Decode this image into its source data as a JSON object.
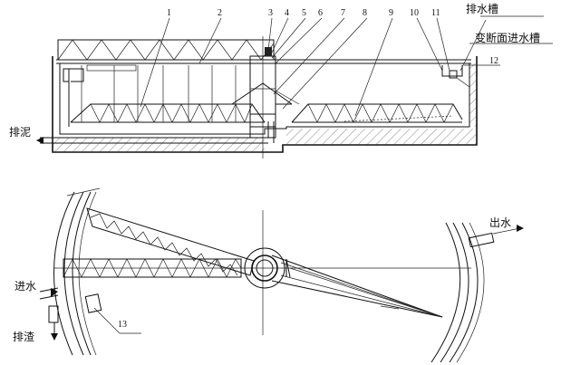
{
  "callouts": [
    "1",
    "2",
    "3",
    "4",
    "5",
    "6",
    "7",
    "8",
    "9",
    "10",
    "11",
    "12",
    "13"
  ],
  "labels": {
    "drain_trough": "排水槽",
    "variable_section_inlet_trough": "变断面进水槽",
    "sludge_discharge": "排泥",
    "water_outlet": "出水",
    "water_inlet": "进水",
    "slag_discharge": "排渣"
  }
}
